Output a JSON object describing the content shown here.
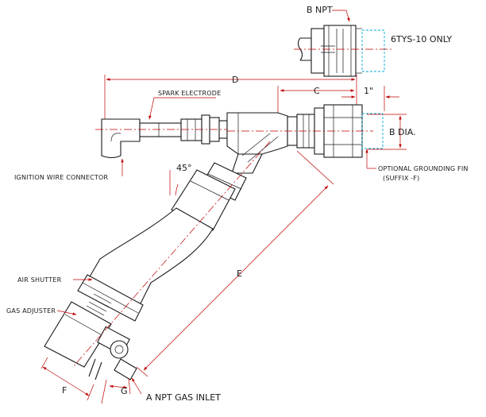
{
  "callouts": {
    "b_npt": "B NPT",
    "tys_only": "6TYS-10 ONLY",
    "dim_d": "D",
    "dim_c": "C",
    "dim_1in": "1\"",
    "b_dia": "B DIA.",
    "spark_electrode": "SPARK ELECTRODE",
    "ignition_wire_connector": "IGNITION WIRE CONNECTOR",
    "angle_45": "45°",
    "optional_grounding_fin": "OPTIONAL GROUNDING FIN",
    "suffix_f": "(SUFFIX -F)",
    "dim_e": "E",
    "air_shutter": "AIR SHUTTER",
    "gas_adjuster": "GAS ADJUSTER",
    "dim_f": "F",
    "dim_g": "G",
    "a_npt_gas_inlet": "A NPT GAS INLET"
  },
  "colors": {
    "object_line": "#1a1a1a",
    "dimension_line": "#c00000",
    "hidden_line": "#00a8d8",
    "background": "#ffffff"
  }
}
